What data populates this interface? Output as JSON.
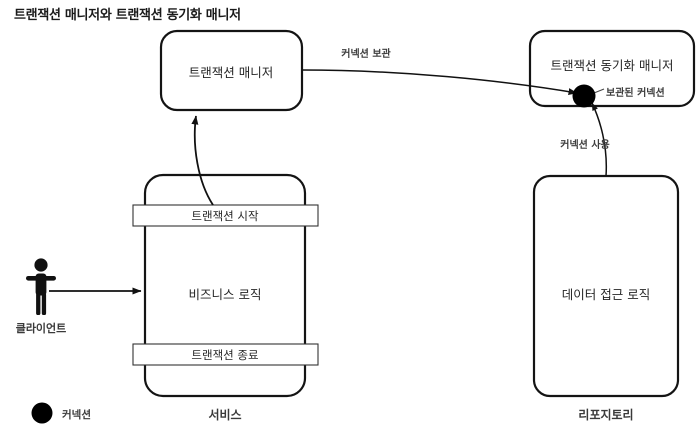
{
  "title": "트랜잭션 매니저와 트랜잭션 동기화 매니저",
  "nodes": {
    "transaction_manager": {
      "label": "트랜잭션 매니저"
    },
    "transaction_sync_manager": {
      "label": "트랜잭션 동기화 매니저"
    },
    "service": {
      "label": "비즈니스 로직",
      "caption": "서비스"
    },
    "repository": {
      "label": "데이터 접근 로직",
      "caption": "리포지토리"
    }
  },
  "bars": {
    "tx_begin": "트랜잭션 시작",
    "tx_end": "트랜잭션 종료"
  },
  "edges": {
    "store_connection": "커넥션 보관",
    "stored_connection": "보관된 커넥션",
    "use_connection": "커넥션 사용"
  },
  "actor": {
    "label": "클라이언트",
    "icon": "person-icon"
  },
  "legend": {
    "icon": "connection-dot-icon",
    "label": "커넥션"
  },
  "colors": {
    "stroke": "#1a1a1a",
    "text": "#262626",
    "background": "#ffffff",
    "dot": "#000000"
  }
}
